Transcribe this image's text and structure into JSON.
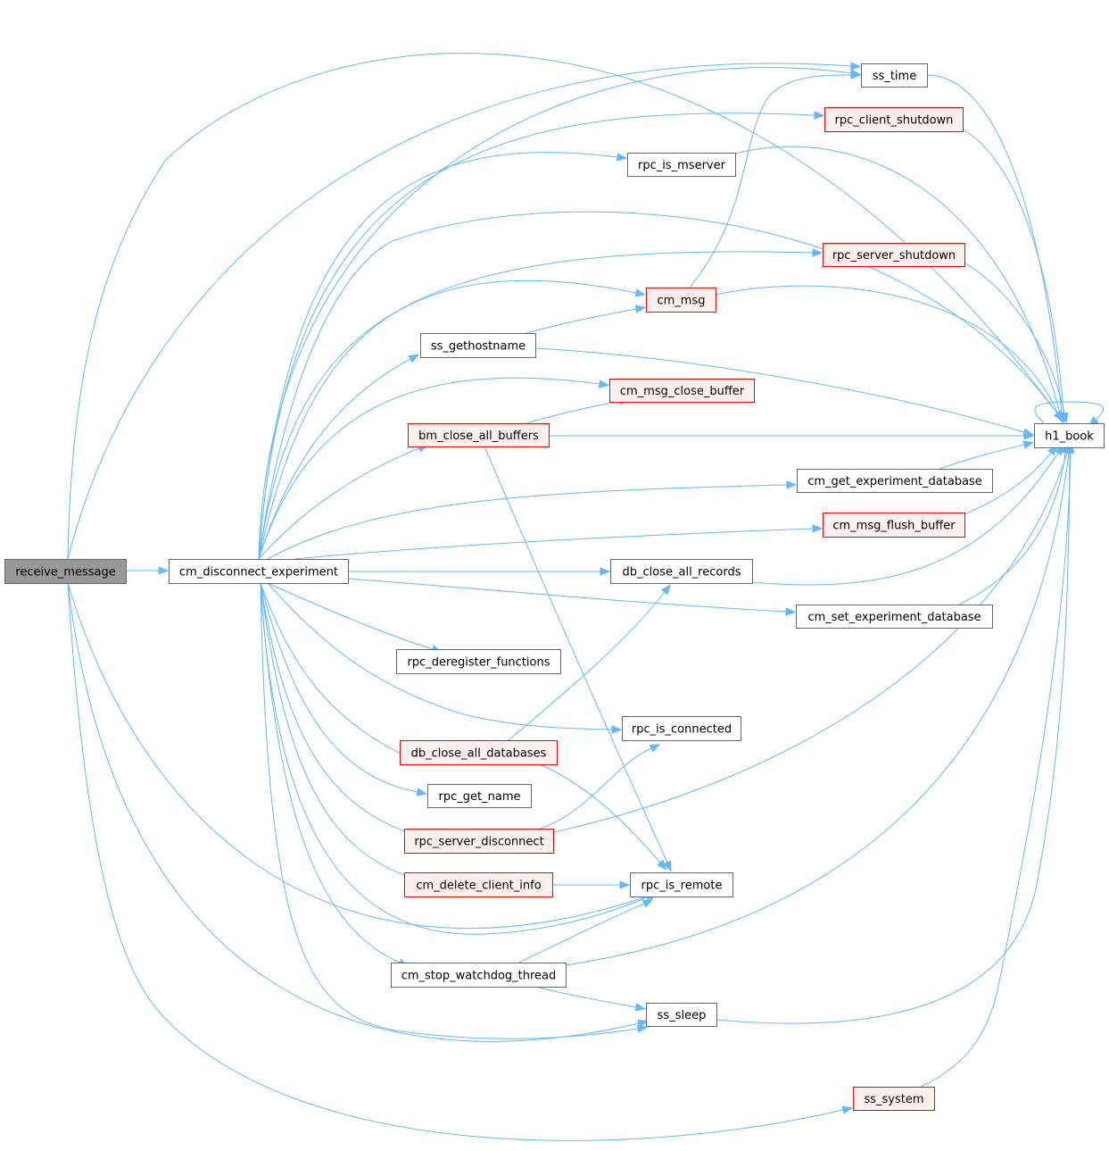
{
  "colors": {
    "edge": "#63b8ff",
    "root_fill": "#999999",
    "root_stroke": "#666666",
    "plain_fill": "#ffffff",
    "plain_stroke": "#666666",
    "truncated_fill": "#fff0f0",
    "truncated_stroke": "#ff0000"
  },
  "nodes": [
    {
      "id": "receive_message",
      "label": "receive_message",
      "style": "root"
    },
    {
      "id": "cm_disconnect_experiment",
      "label": "cm_disconnect_experiment",
      "style": "plain"
    },
    {
      "id": "ss_time",
      "label": "ss_time",
      "style": "plain"
    },
    {
      "id": "rpc_client_shutdown",
      "label": "rpc_client_shutdown",
      "style": "truncated"
    },
    {
      "id": "rpc_is_mserver",
      "label": "rpc_is_mserver",
      "style": "plain"
    },
    {
      "id": "rpc_server_shutdown",
      "label": "rpc_server_shutdown",
      "style": "truncated"
    },
    {
      "id": "cm_msg",
      "label": "cm_msg",
      "style": "truncated"
    },
    {
      "id": "ss_gethostname",
      "label": "ss_gethostname",
      "style": "plain"
    },
    {
      "id": "cm_msg_close_buffer",
      "label": "cm_msg_close_buffer",
      "style": "truncated"
    },
    {
      "id": "bm_close_all_buffers",
      "label": "bm_close_all_buffers",
      "style": "truncated"
    },
    {
      "id": "h1_book",
      "label": "h1_book",
      "style": "plain"
    },
    {
      "id": "cm_get_experiment_database",
      "label": "cm_get_experiment_database",
      "style": "plain"
    },
    {
      "id": "cm_msg_flush_buffer",
      "label": "cm_msg_flush_buffer",
      "style": "truncated"
    },
    {
      "id": "db_close_all_records",
      "label": "db_close_all_records",
      "style": "plain"
    },
    {
      "id": "cm_set_experiment_database",
      "label": "cm_set_experiment_database",
      "style": "plain"
    },
    {
      "id": "rpc_deregister_functions",
      "label": "rpc_deregister_functions",
      "style": "plain"
    },
    {
      "id": "rpc_is_connected",
      "label": "rpc_is_connected",
      "style": "plain"
    },
    {
      "id": "db_close_all_databases",
      "label": "db_close_all_databases",
      "style": "truncated"
    },
    {
      "id": "rpc_get_name",
      "label": "rpc_get_name",
      "style": "plain"
    },
    {
      "id": "rpc_server_disconnect",
      "label": "rpc_server_disconnect",
      "style": "truncated"
    },
    {
      "id": "cm_delete_client_info",
      "label": "cm_delete_client_info",
      "style": "truncated"
    },
    {
      "id": "rpc_is_remote",
      "label": "rpc_is_remote",
      "style": "plain"
    },
    {
      "id": "cm_stop_watchdog_thread",
      "label": "cm_stop_watchdog_thread",
      "style": "plain"
    },
    {
      "id": "ss_sleep",
      "label": "ss_sleep",
      "style": "plain"
    },
    {
      "id": "ss_system",
      "label": "ss_system",
      "style": "truncated"
    }
  ],
  "edges": [
    {
      "from": "receive_message",
      "to": "cm_disconnect_experiment"
    },
    {
      "from": "receive_message",
      "to": "ss_time"
    },
    {
      "from": "receive_message",
      "to": "h1_book"
    },
    {
      "from": "receive_message",
      "to": "rpc_is_remote"
    },
    {
      "from": "receive_message",
      "to": "ss_sleep"
    },
    {
      "from": "receive_message",
      "to": "ss_system"
    },
    {
      "from": "cm_disconnect_experiment",
      "to": "ss_time"
    },
    {
      "from": "cm_disconnect_experiment",
      "to": "rpc_client_shutdown"
    },
    {
      "from": "cm_disconnect_experiment",
      "to": "rpc_is_mserver"
    },
    {
      "from": "cm_disconnect_experiment",
      "to": "h1_book"
    },
    {
      "from": "cm_disconnect_experiment",
      "to": "rpc_server_shutdown"
    },
    {
      "from": "cm_disconnect_experiment",
      "to": "cm_msg"
    },
    {
      "from": "cm_disconnect_experiment",
      "to": "ss_gethostname"
    },
    {
      "from": "cm_disconnect_experiment",
      "to": "cm_msg_close_buffer"
    },
    {
      "from": "cm_disconnect_experiment",
      "to": "bm_close_all_buffers"
    },
    {
      "from": "cm_disconnect_experiment",
      "to": "cm_get_experiment_database"
    },
    {
      "from": "cm_disconnect_experiment",
      "to": "cm_msg_flush_buffer"
    },
    {
      "from": "cm_disconnect_experiment",
      "to": "db_close_all_records"
    },
    {
      "from": "cm_disconnect_experiment",
      "to": "cm_set_experiment_database"
    },
    {
      "from": "cm_disconnect_experiment",
      "to": "rpc_deregister_functions"
    },
    {
      "from": "cm_disconnect_experiment",
      "to": "rpc_is_connected"
    },
    {
      "from": "cm_disconnect_experiment",
      "to": "db_close_all_databases"
    },
    {
      "from": "cm_disconnect_experiment",
      "to": "rpc_get_name"
    },
    {
      "from": "cm_disconnect_experiment",
      "to": "rpc_server_disconnect"
    },
    {
      "from": "cm_disconnect_experiment",
      "to": "cm_delete_client_info"
    },
    {
      "from": "cm_disconnect_experiment",
      "to": "rpc_is_remote"
    },
    {
      "from": "cm_disconnect_experiment",
      "to": "cm_stop_watchdog_thread"
    },
    {
      "from": "cm_disconnect_experiment",
      "to": "ss_sleep"
    },
    {
      "from": "ss_time",
      "to": "h1_book"
    },
    {
      "from": "rpc_client_shutdown",
      "to": "h1_book"
    },
    {
      "from": "rpc_is_mserver",
      "to": "h1_book"
    },
    {
      "from": "rpc_server_shutdown",
      "to": "h1_book"
    },
    {
      "from": "cm_msg",
      "to": "ss_time"
    },
    {
      "from": "cm_msg",
      "to": "h1_book"
    },
    {
      "from": "ss_gethostname",
      "to": "cm_msg"
    },
    {
      "from": "ss_gethostname",
      "to": "h1_book"
    },
    {
      "from": "bm_close_all_buffers",
      "to": "cm_msg_close_buffer"
    },
    {
      "from": "bm_close_all_buffers",
      "to": "h1_book"
    },
    {
      "from": "bm_close_all_buffers",
      "to": "rpc_is_remote"
    },
    {
      "from": "h1_book",
      "to": "h1_book"
    },
    {
      "from": "cm_get_experiment_database",
      "to": "h1_book"
    },
    {
      "from": "cm_msg_flush_buffer",
      "to": "h1_book"
    },
    {
      "from": "db_close_all_records",
      "to": "h1_book"
    },
    {
      "from": "cm_set_experiment_database",
      "to": "h1_book"
    },
    {
      "from": "db_close_all_databases",
      "to": "db_close_all_records"
    },
    {
      "from": "db_close_all_databases",
      "to": "rpc_is_remote"
    },
    {
      "from": "rpc_server_disconnect",
      "to": "rpc_is_connected"
    },
    {
      "from": "rpc_server_disconnect",
      "to": "h1_book"
    },
    {
      "from": "cm_delete_client_info",
      "to": "rpc_is_remote"
    },
    {
      "from": "cm_stop_watchdog_thread",
      "to": "rpc_is_remote"
    },
    {
      "from": "cm_stop_watchdog_thread",
      "to": "ss_sleep"
    },
    {
      "from": "cm_stop_watchdog_thread",
      "to": "h1_book"
    },
    {
      "from": "ss_sleep",
      "to": "h1_book"
    },
    {
      "from": "ss_system",
      "to": "h1_book"
    }
  ]
}
